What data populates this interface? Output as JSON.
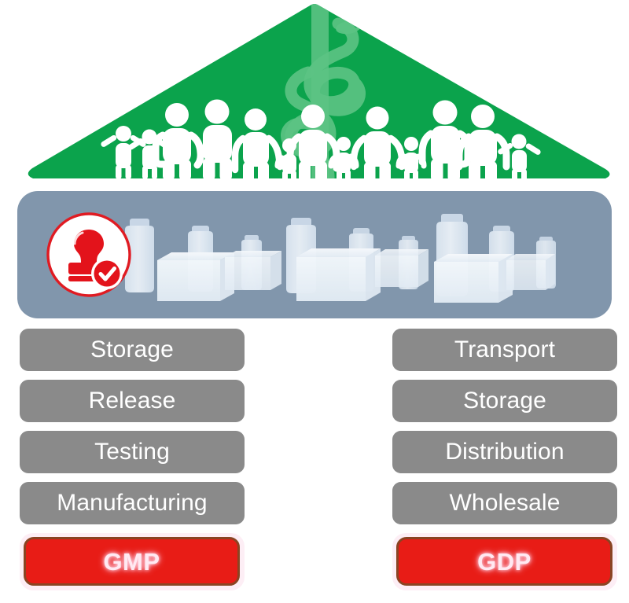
{
  "diagram": {
    "title": "GMP and GDP pharmaceutical quality house",
    "roof": {
      "name": "patients-and-public-health-roof",
      "color": "#0ba34c",
      "symbol_name": "rod-of-asclepius-icon",
      "symbol_color": "#5cc384",
      "people_color": "#ffffff",
      "people_count": 15
    },
    "shelf": {
      "name": "medicinal-products-shelf",
      "color": "#8196ac",
      "badge": {
        "name": "quality-approval-stamp-icon",
        "ring_color": "#e01b22",
        "fill_color": "#ffffff",
        "stamp_color": "#e3131b"
      },
      "goods": {
        "bottle_color": "#e4ecf5",
        "box_color": "#eef3f9",
        "bottle_count": 11,
        "box_count": 8
      }
    },
    "columns": [
      {
        "name": "gmp-column",
        "side": "left",
        "steps": [
          {
            "label": "Storage"
          },
          {
            "label": "Release"
          },
          {
            "label": "Testing"
          },
          {
            "label": "Manufacturing"
          }
        ],
        "foundation": {
          "label": "GMP",
          "fill": "#e81c16",
          "border": "#8a4423",
          "text_color": "#ffe9f2",
          "glow": "#fdeef5"
        }
      },
      {
        "name": "gdp-column",
        "side": "right",
        "steps": [
          {
            "label": "Transport"
          },
          {
            "label": "Storage"
          },
          {
            "label": "Distribution"
          },
          {
            "label": "Wholesale"
          }
        ],
        "foundation": {
          "label": "GDP",
          "fill": "#e81c16",
          "border": "#8a4423",
          "text_color": "#ffe9f2",
          "glow": "#fdeef5"
        }
      }
    ],
    "palette": {
      "step_gray": "#8a8a8a",
      "shelf_blue_gray": "#8196ac",
      "roof_green": "#0ba34c",
      "foundation_red": "#e81c16",
      "background": "#ffffff"
    }
  }
}
